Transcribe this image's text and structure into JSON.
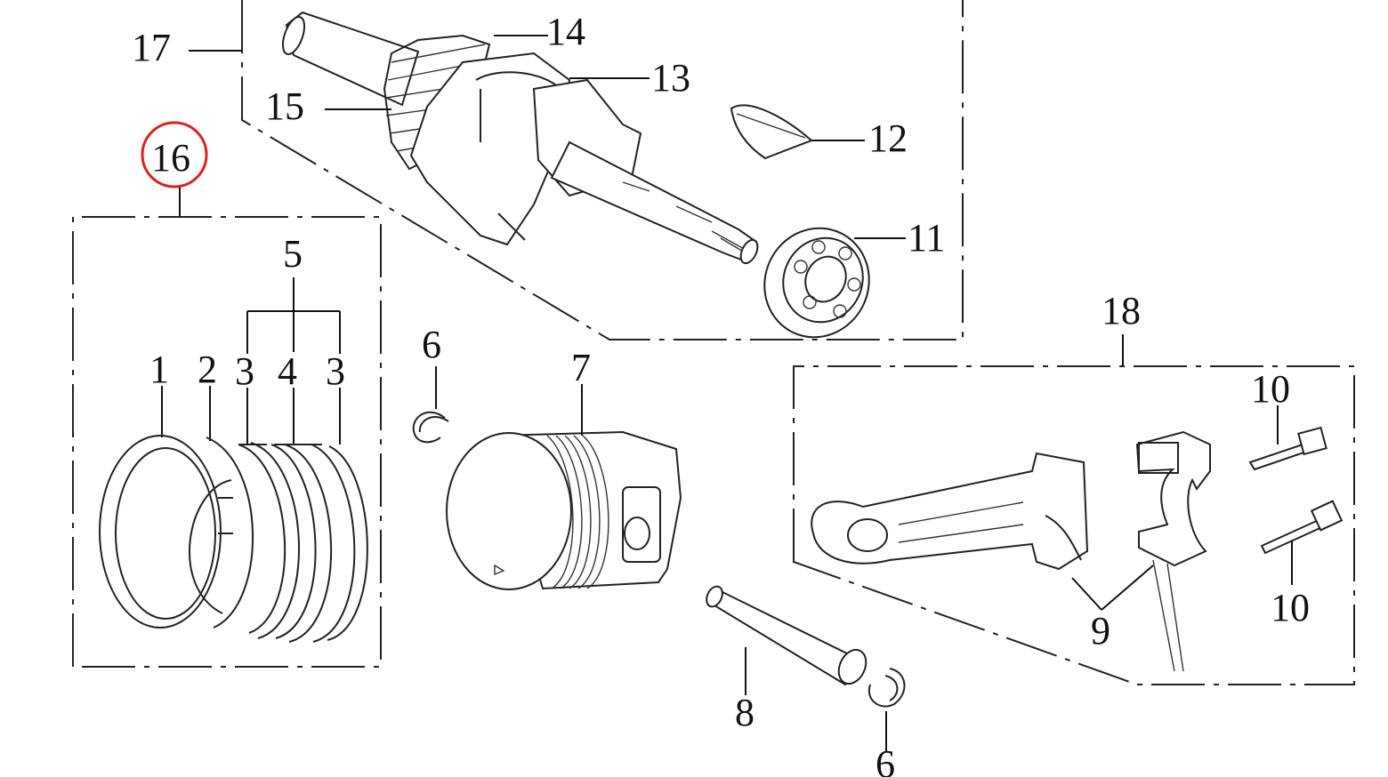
{
  "labels": {
    "l17": "17",
    "l14": "14",
    "l13": "13",
    "l15": "15",
    "l12": "12",
    "l16": "16",
    "l11": "11",
    "l5": "5",
    "l18": "18",
    "l6a": "6",
    "l7": "7",
    "l1": "1",
    "l2": "2",
    "l3a": "3",
    "l4": "4",
    "l3b": "3",
    "l10a": "10",
    "l10b": "10",
    "l9": "9",
    "l8": "8",
    "l6b": "6"
  },
  "colors": {
    "highlight_circle": "#e02020",
    "line": "#111111"
  },
  "highlighted_item": "16"
}
